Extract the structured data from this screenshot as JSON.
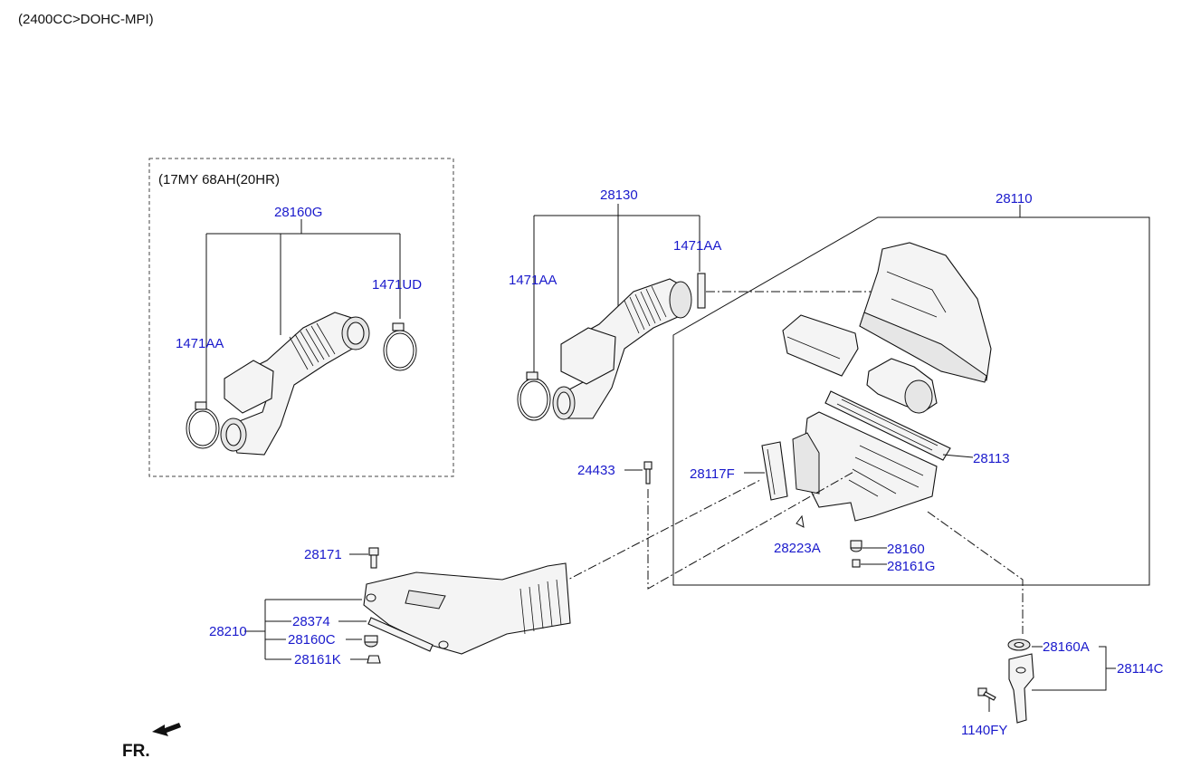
{
  "header": {
    "engine_text": "(2400CC>DOHC-MPI)"
  },
  "inset": {
    "title": "(17MY 68AH(20HR)"
  },
  "labels": {
    "p28160G": "28160G",
    "p1471UD": "1471UD",
    "p1471AA_inset": "1471AA",
    "p28130": "28130",
    "p1471AA_top": "1471AA",
    "p1471AA_left": "1471AA",
    "p28110": "28110",
    "p28113": "28113",
    "p28117F": "28117F",
    "p24433": "24433",
    "p28223A": "28223A",
    "p28160": "28160",
    "p28161G": "28161G",
    "p28171": "28171",
    "p28374": "28374",
    "p28210": "28210",
    "p28160C": "28160C",
    "p28161K": "28161K",
    "p28160A": "28160A",
    "p28114C": "28114C",
    "p1140FY": "1140FY"
  },
  "footer": {
    "direction": "FR."
  },
  "colors": {
    "part_link": "#1a1acc",
    "line": "#111111"
  }
}
